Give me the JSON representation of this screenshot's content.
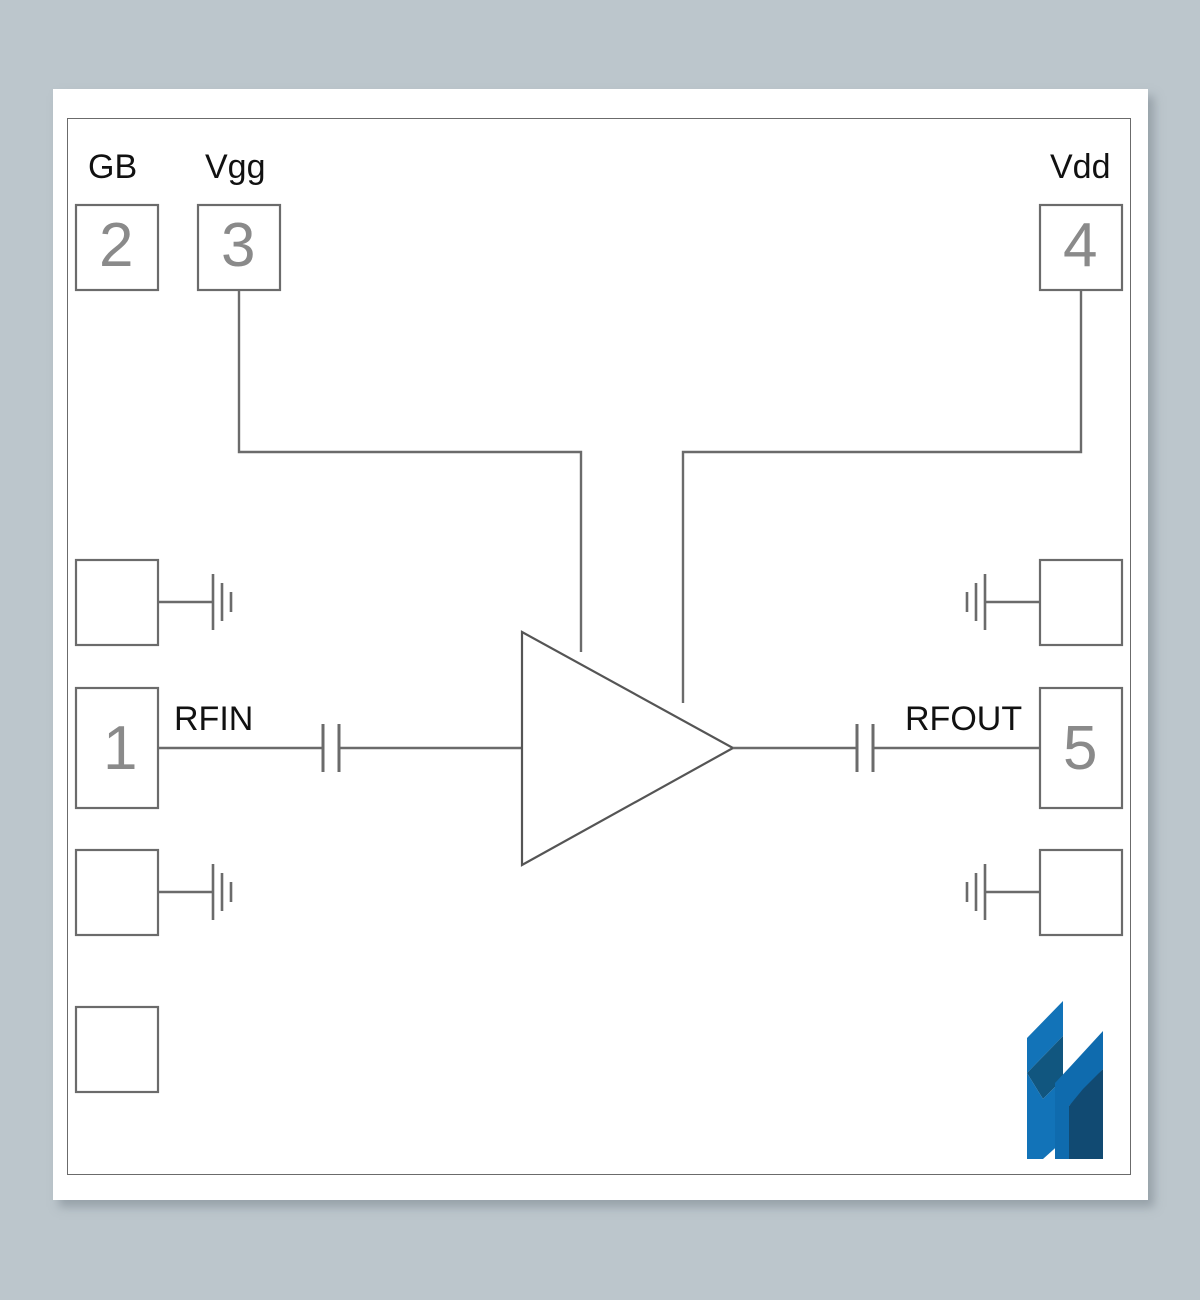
{
  "document": {
    "title": "RF Amplifier Die Pad Layout Schematic",
    "background_color": "#bcc6cc",
    "paper_color": "#ffffff",
    "line_color": "#6b6b6b"
  },
  "pads": [
    {
      "number": "2",
      "label": "GB",
      "position": "top-left",
      "connected": false
    },
    {
      "number": "3",
      "label": "Vgg",
      "position": "top-left-second",
      "connected": true
    },
    {
      "number": "4",
      "label": "Vdd",
      "position": "top-right",
      "connected": true
    },
    {
      "number": "1",
      "label": "RFIN",
      "position": "mid-left",
      "connected": true
    },
    {
      "number": "5",
      "label": "RFOUT",
      "position": "mid-right",
      "connected": true
    }
  ],
  "ground_pads": [
    {
      "side": "left",
      "row": "upper",
      "number": "",
      "label": ""
    },
    {
      "side": "left",
      "row": "lower",
      "number": "",
      "label": ""
    },
    {
      "side": "left",
      "row": "bottom",
      "number": "",
      "label": ""
    },
    {
      "side": "right",
      "row": "upper",
      "number": "",
      "label": ""
    },
    {
      "side": "right",
      "row": "lower",
      "number": "",
      "label": ""
    }
  ],
  "labels": {
    "gb": "GB",
    "vgg": "Vgg",
    "vdd": "Vdd",
    "rfin": "RFIN",
    "rfout": "RFOUT"
  },
  "pad_numbers": {
    "gb": "2",
    "vgg": "3",
    "vdd": "4",
    "rfin": "1",
    "rfout": "5"
  },
  "components": {
    "amplifier": {
      "name": "amplifier-triangle",
      "type": "gain-block"
    },
    "input_cap": {
      "name": "input-dc-block-capacitor",
      "type": "capacitor"
    },
    "output_cap": {
      "name": "output-dc-block-capacitor",
      "type": "capacitor"
    },
    "ground_symbols_count": 4
  },
  "logo": {
    "name": "macom-logo",
    "colors": {
      "light_blue": "#1273b8",
      "mid_blue": "#0f6bae",
      "dark_blue": "#11567f",
      "darkest_blue": "#114a72"
    }
  }
}
